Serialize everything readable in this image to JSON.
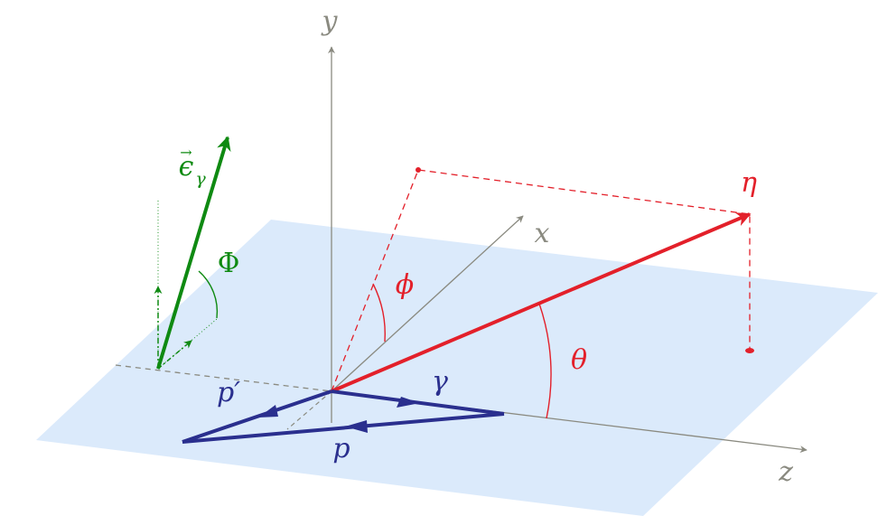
{
  "labels": {
    "y_axis": "y",
    "x_axis": "x",
    "z_axis": "z",
    "eta": "η",
    "phi": "ϕ",
    "theta": "θ",
    "gamma": "γ",
    "p_prime": "p′",
    "p": "p",
    "polarization_symbol": "ϵ",
    "polarization_subscript": "γ",
    "polarization_arrow": "→",
    "Phi": "Φ"
  },
  "colors": {
    "axis": "#8a8a80",
    "plane": "#dbeafb",
    "eta": "#e3202a",
    "polarization": "#0f8a12",
    "proton": "#2a2f8e"
  }
}
